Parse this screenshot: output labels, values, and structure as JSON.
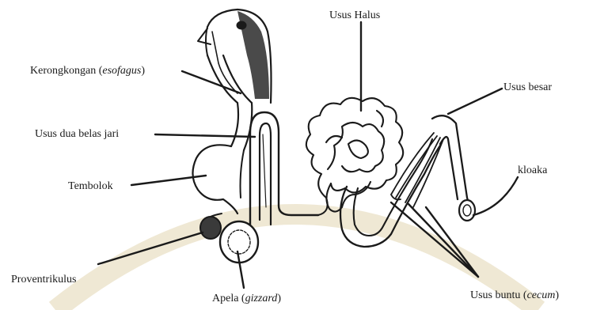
{
  "labels": {
    "esofagus": {
      "main": "Kerongkongan (",
      "italic": "esofagus",
      "tail": ")"
    },
    "usus_halus": {
      "main": "Usus Halus"
    },
    "usus_besar": {
      "main": "Usus besar"
    },
    "usus_dua_belas_jari": {
      "main": "Usus dua belas jari"
    },
    "kloaka": {
      "main": "kloaka"
    },
    "tembolok": {
      "main": "Tembolok"
    },
    "proventrikulus": {
      "main": "Proventrikulus"
    },
    "apela": {
      "main": "Apela (",
      "italic": "gizzard",
      "tail": ")"
    },
    "usus_buntu": {
      "main": "Usus buntu (",
      "italic": "cecum",
      "tail": ")"
    }
  },
  "colors": {
    "ink": "#1a1a1a",
    "background": "#ffffff",
    "watermark": "#efe8d4"
  }
}
